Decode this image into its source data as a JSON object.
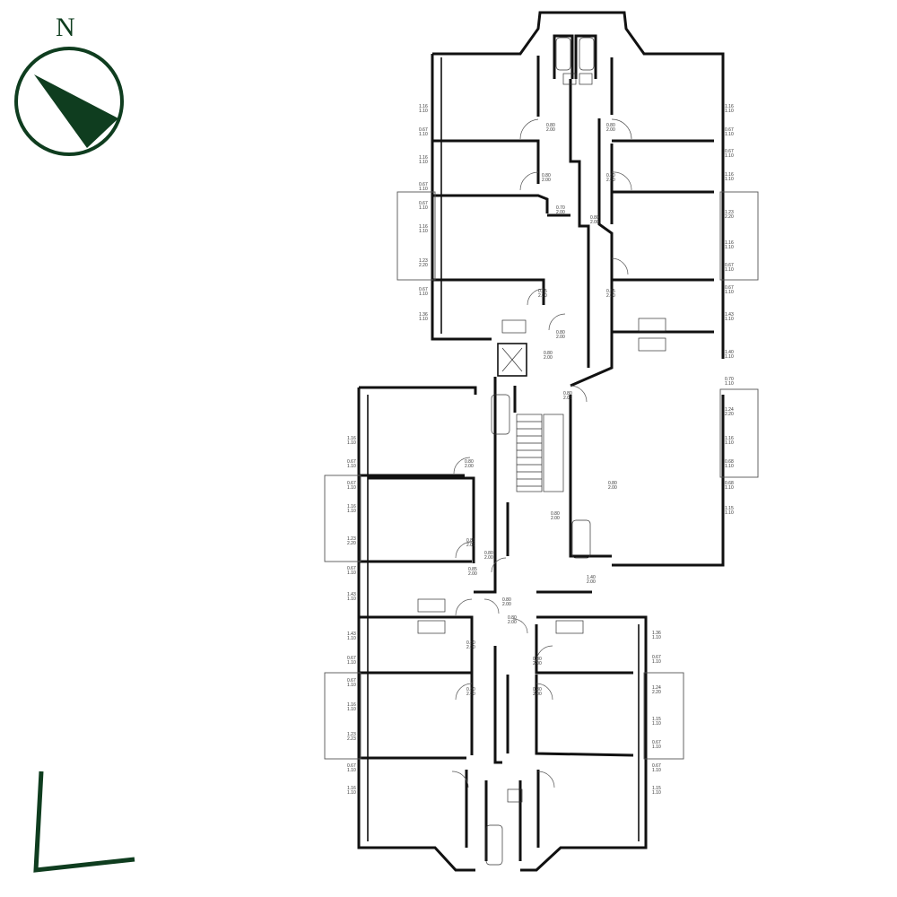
{
  "compass": {
    "label": "N",
    "color": "#0f3d1f"
  },
  "colors": {
    "wall": "#111111",
    "compass": "#0f3d1f",
    "background": "#ffffff"
  },
  "left_window_labels": [
    {
      "a": "1.16",
      "b": "1.10"
    },
    {
      "a": "0.67",
      "b": "1.10"
    },
    {
      "a": "1.16",
      "b": "1.10"
    },
    {
      "a": "0.67",
      "b": "1.10"
    },
    {
      "a": "0.67",
      "b": "1.10"
    },
    {
      "a": "1.16",
      "b": "1.10"
    },
    {
      "a": "1.23",
      "b": "2.20"
    },
    {
      "a": "0.67",
      "b": "1.10"
    },
    {
      "a": "1.36",
      "b": "1.10"
    }
  ],
  "right_window_labels": [
    {
      "a": "1.16",
      "b": "1.10"
    },
    {
      "a": "0.67",
      "b": "1.10"
    },
    {
      "a": "0.67",
      "b": "1.10"
    },
    {
      "a": "1.16",
      "b": "1.10"
    },
    {
      "a": "1.23",
      "b": "2.20"
    },
    {
      "a": "1.16",
      "b": "1.10"
    },
    {
      "a": "0.67",
      "b": "1.10"
    },
    {
      "a": "0.67",
      "b": "1.10"
    },
    {
      "a": "1.43",
      "b": "1.10"
    },
    {
      "a": "1.40",
      "b": "1.10"
    },
    {
      "a": "0.70",
      "b": "1.10"
    },
    {
      "a": "1.24",
      "b": "2.20"
    },
    {
      "a": "1.16",
      "b": "1.10"
    },
    {
      "a": "0.68",
      "b": "1.10"
    },
    {
      "a": "0.68",
      "b": "1.10"
    },
    {
      "a": "1.15",
      "b": "1.10"
    }
  ],
  "lower_left_window_labels": [
    {
      "a": "1.16",
      "b": "1.10"
    },
    {
      "a": "0.67",
      "b": "1.10"
    },
    {
      "a": "0.67",
      "b": "1.10"
    },
    {
      "a": "1.16",
      "b": "1.10"
    },
    {
      "a": "1.23",
      "b": "2.20"
    },
    {
      "a": "0.67",
      "b": "1.10"
    },
    {
      "a": "1.43",
      "b": "1.10"
    },
    {
      "a": "1.43",
      "b": "1.10"
    },
    {
      "a": "0.67",
      "b": "1.10"
    },
    {
      "a": "0.67",
      "b": "1.10"
    },
    {
      "a": "1.16",
      "b": "1.10"
    },
    {
      "a": "1.23",
      "b": "2.23"
    },
    {
      "a": "0.67",
      "b": "1.10"
    },
    {
      "a": "1.16",
      "b": "1.10"
    }
  ],
  "lower_right_window_labels": [
    {
      "a": "1.36",
      "b": "1.10"
    },
    {
      "a": "0.67",
      "b": "1.10"
    },
    {
      "a": "1.24",
      "b": "2.20"
    },
    {
      "a": "1.15",
      "b": "1.10"
    },
    {
      "a": "0.67",
      "b": "1.10"
    },
    {
      "a": "0.67",
      "b": "1.10"
    },
    {
      "a": "1.15",
      "b": "1.10"
    }
  ],
  "door_labels": [
    {
      "a": "0.80",
      "b": "2.00"
    },
    {
      "a": "0.80",
      "b": "2.00"
    },
    {
      "a": "0.80",
      "b": "2.00"
    },
    {
      "a": "0.80",
      "b": "2.00"
    },
    {
      "a": "0.70",
      "b": "2.00"
    },
    {
      "a": "0.80",
      "b": "2.00"
    },
    {
      "a": "0.85",
      "b": "2.00"
    },
    {
      "a": "0.85",
      "b": "2.00"
    },
    {
      "a": "0.80",
      "b": "2.00"
    },
    {
      "a": "0.80",
      "b": "2.00"
    },
    {
      "a": "0.80",
      "b": "2.00"
    },
    {
      "a": "1.40",
      "b": "2.00"
    },
    {
      "a": "0.80",
      "b": "2.00"
    },
    {
      "a": "0.80",
      "b": "2.00"
    },
    {
      "a": "0.80",
      "b": "2.00"
    },
    {
      "a": "0.85",
      "b": "2.00"
    },
    {
      "a": "0.85",
      "b": "2.00"
    },
    {
      "a": "0.80",
      "b": "2.00"
    },
    {
      "a": "0.80",
      "b": "2.00"
    },
    {
      "a": "0.80",
      "b": "2.00"
    },
    {
      "a": "0.80",
      "b": "2.00"
    },
    {
      "a": "0.80",
      "b": "2.00"
    },
    {
      "a": "0.80",
      "b": "2.00"
    },
    {
      "a": "0.80",
      "b": "2.00"
    }
  ]
}
